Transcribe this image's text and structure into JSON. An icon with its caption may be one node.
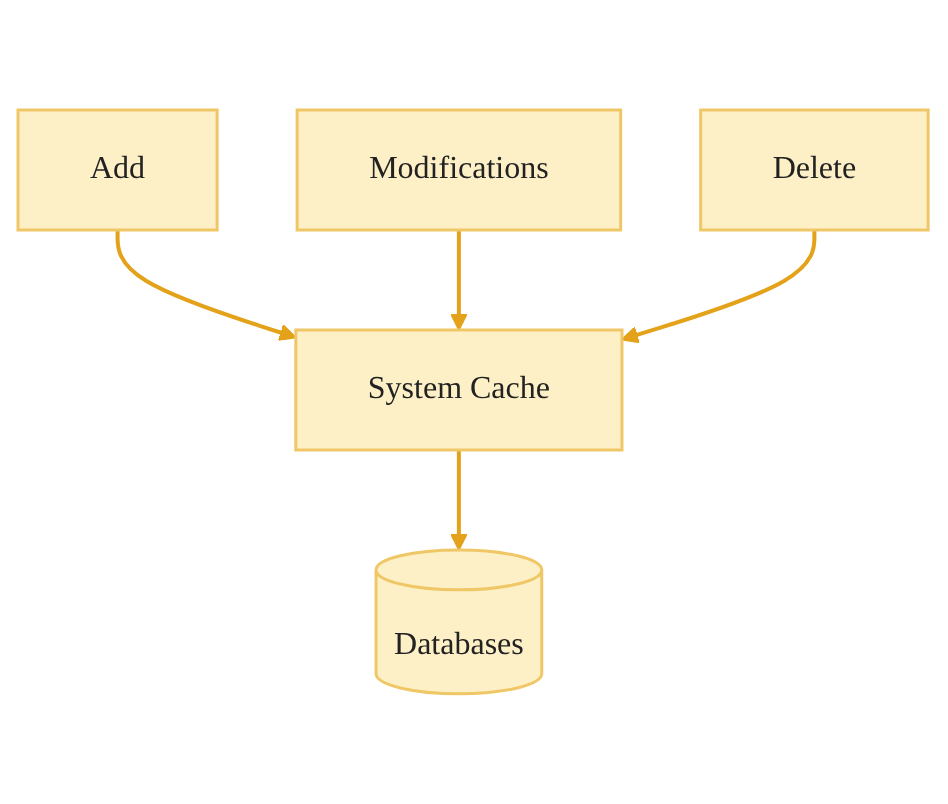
{
  "diagram": {
    "nodes": [
      {
        "text": [
          "Add"
        ]
      },
      {
        "text": [
          "Modifications"
        ]
      },
      {
        "text": [
          "Delete"
        ]
      },
      {
        "text": [
          "System Cache"
        ]
      },
      {
        "text": [
          "Databases"
        ]
      }
    ],
    "edges": [
      {
        "from": 0,
        "to": 3,
        "arrow": "to"
      },
      {
        "from": 1,
        "to": 3,
        "arrow": "to"
      },
      {
        "from": 2,
        "to": 3,
        "arrow": "to"
      },
      {
        "from": 3,
        "to": 4,
        "arrow": "to"
      }
    ]
  }
}
